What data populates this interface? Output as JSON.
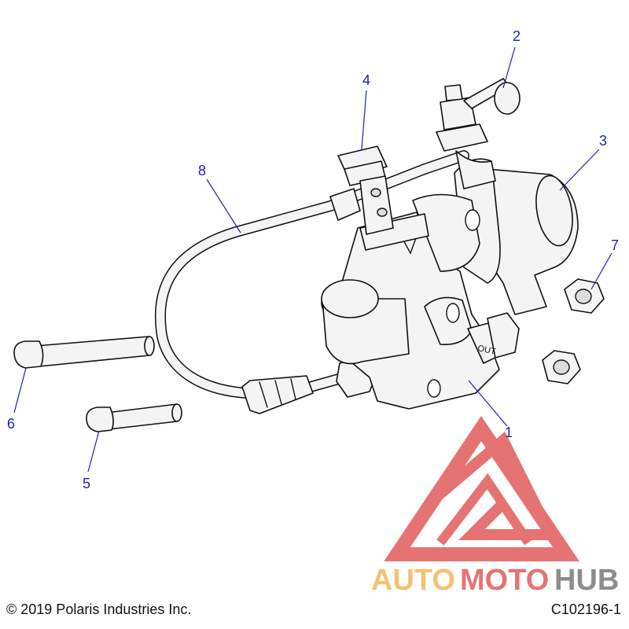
{
  "diagram": {
    "callouts": [
      {
        "id": "1",
        "label": "1"
      },
      {
        "id": "2",
        "label": "2"
      },
      {
        "id": "3",
        "label": "3"
      },
      {
        "id": "4",
        "label": "4"
      },
      {
        "id": "5",
        "label": "5"
      },
      {
        "id": "6",
        "label": "6"
      },
      {
        "id": "7",
        "label": "7"
      },
      {
        "id": "8",
        "label": "8"
      }
    ],
    "port_marking": "OUT",
    "colors": {
      "callout": "#1f1fb4",
      "line_art": "#111111"
    }
  },
  "watermark": {
    "logo_text_part1": "AUTO",
    "logo_text_part2": "MOTO",
    "logo_text_part3": "HUB",
    "colors": {
      "red": "#e25b5b",
      "orange": "#f2b85a",
      "gray": "#7a7a7a"
    }
  },
  "footer": {
    "copyright": "© 2019 Polaris Industries Inc.",
    "figure_id": "C102196-1"
  }
}
